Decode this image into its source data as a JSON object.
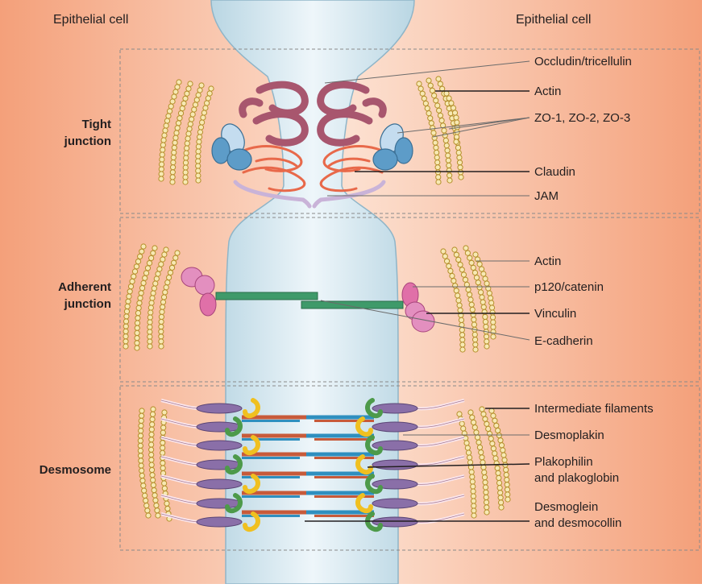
{
  "cells": {
    "left": "Epithelial cell",
    "right": "Epithelial cell"
  },
  "sections": {
    "tight": {
      "title_line1": "Tight",
      "title_line2": "junction"
    },
    "adherent": {
      "title_line1": "Adherent",
      "title_line2": "junction"
    },
    "desmosome": {
      "title": "Desmosome"
    }
  },
  "labels": {
    "occludin": "Occludin/tricellulin",
    "actin_tight": "Actin",
    "zo": "ZO-1, ZO-2, ZO-3",
    "claudin": "Claudin",
    "jam": "JAM",
    "actin_adherent": "Actin",
    "p120": "p120/catenin",
    "vinculin": "Vinculin",
    "ecadherin": "E-cadherin",
    "intermediate_filaments": "Intermediate filaments",
    "desmoplakin": "Desmoplakin",
    "plakophilin_line1": "Plakophilin",
    "plakophilin_line2": "and plakoglobin",
    "desmoglein_line1": "Desmoglein",
    "desmoglein_line2": "and desmocollin"
  },
  "colors": {
    "cell_background": "#f4a77f",
    "intercellular_space": "#dcecf3",
    "occludin": "#a8566e",
    "zo_proteins": "#5d9cc8",
    "claudin": "#e8694a",
    "jam": "#c9b3d8",
    "actin": "#d8b34a",
    "cadherin": "#3f9a6a",
    "catenin": "#e070a8",
    "desmoplakin": "#8a6fa8",
    "plakoglobin_green": "#4d9a4a",
    "plakoglobin_yellow": "#f0c020",
    "desmoglein": "#c75a3a",
    "desmocollin": "#2f8fbf"
  }
}
